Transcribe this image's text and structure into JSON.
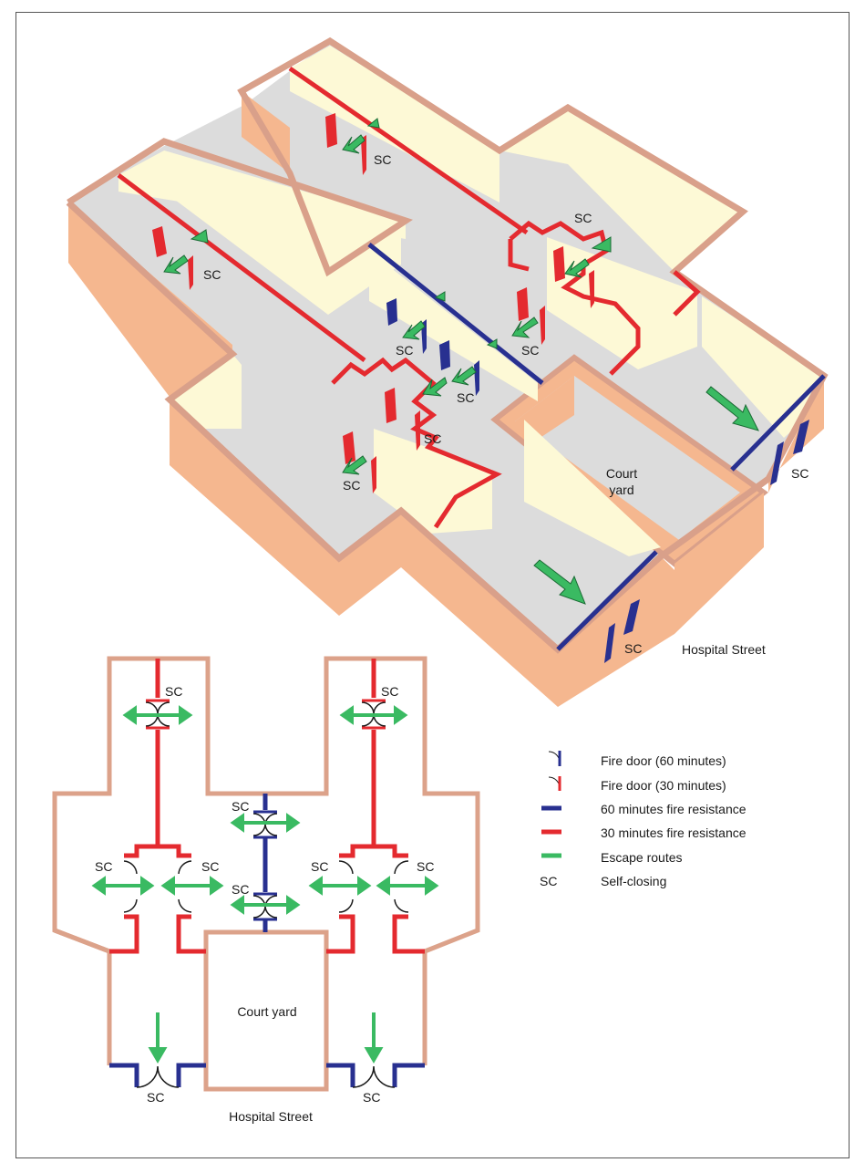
{
  "colors": {
    "outer_wall_top": "#d9a08a",
    "outer_wall_face": "#f5b78f",
    "inner_wall": "#fdf9d6",
    "inner_wall_shade": "#f4e7c0",
    "floor": "#dcdcdc",
    "red_30": "#e42a2f",
    "blue_60": "#283090",
    "escape_green": "#3aba62",
    "plan_wall": "#dca28a"
  },
  "iso": {
    "sc": "SC",
    "court_yard_line1": "Court",
    "court_yard_line2": "yard",
    "hospital_street": "Hospital Street"
  },
  "plan": {
    "sc": "SC",
    "court_yard": "Court yard",
    "hospital_street": "Hospital Street"
  },
  "legend": [
    {
      "icon": "fire-door-60-icon",
      "color": "#283090",
      "label": "Fire door (60 minutes)"
    },
    {
      "icon": "fire-door-30-icon",
      "color": "#e42a2f",
      "label": "Fire door (30 minutes)"
    },
    {
      "icon": "line-60-icon",
      "color": "#283090",
      "label": "60 minutes fire resistance"
    },
    {
      "icon": "line-30-icon",
      "color": "#e42a2f",
      "label": "30 minutes fire resistance"
    },
    {
      "icon": "escape-route-icon",
      "color": "#3aba62",
      "label": "Escape routes"
    },
    {
      "symbol": "SC",
      "label": "Self-closing"
    }
  ]
}
